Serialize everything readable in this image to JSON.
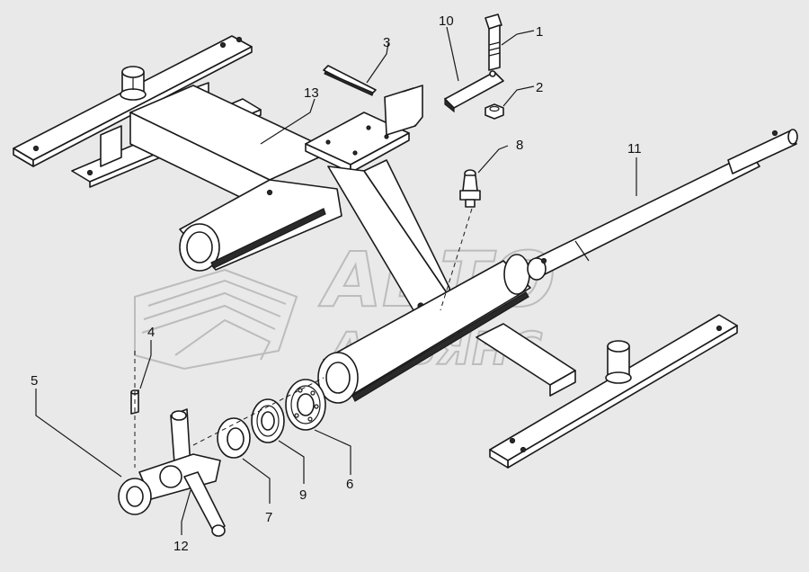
{
  "watermark": {
    "line1": "АВТО",
    "line2": "АЛЬЯНС"
  },
  "callouts": [
    {
      "id": "1",
      "text": "1"
    },
    {
      "id": "2",
      "text": "2"
    },
    {
      "id": "3",
      "text": "3"
    },
    {
      "id": "4",
      "text": "4"
    },
    {
      "id": "5",
      "text": "5"
    },
    {
      "id": "6",
      "text": "6"
    },
    {
      "id": "7",
      "text": "7"
    },
    {
      "id": "8",
      "text": "8"
    },
    {
      "id": "9",
      "text": "9"
    },
    {
      "id": "10",
      "text": "10"
    },
    {
      "id": "11",
      "text": "11"
    },
    {
      "id": "12",
      "text": "12"
    },
    {
      "id": "13",
      "text": "13"
    }
  ]
}
